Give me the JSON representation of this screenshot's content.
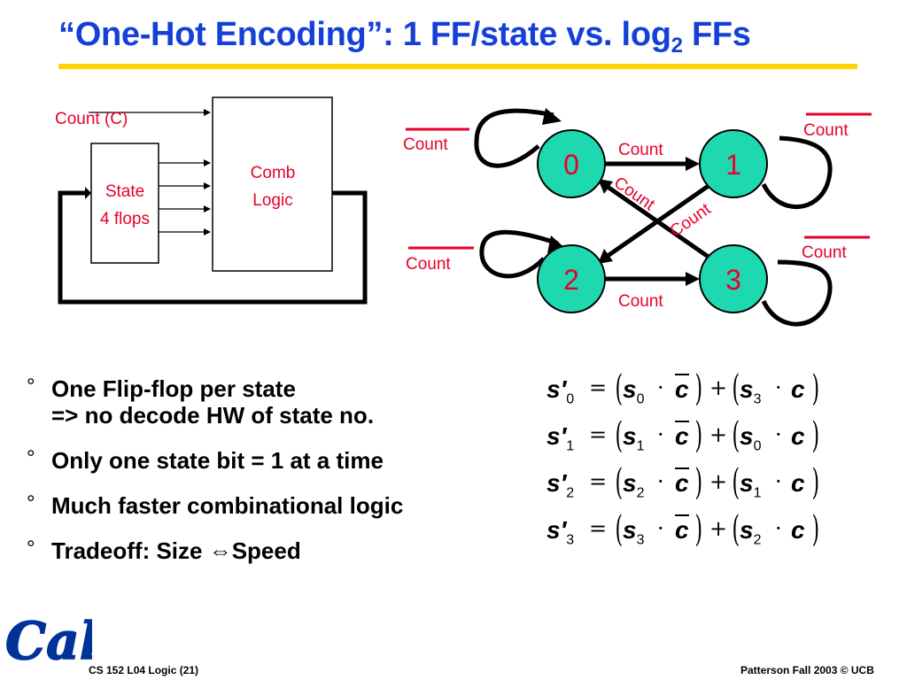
{
  "slide": {
    "title_prefix": "“One-Hot Encoding”: 1 FF/state vs. log",
    "title_sub": "2",
    "title_suffix": " FFs",
    "title_color": "#1540D8",
    "rule_color": "#FFD400"
  },
  "circuit": {
    "input_label": "Count (C)",
    "state_line1": "State",
    "state_line2": "4 flops",
    "comb_line1": "Comb",
    "comb_line2": "Logic",
    "label_color": "#E8002A"
  },
  "state_diagram": {
    "states": [
      "0",
      "1",
      "2",
      "3"
    ],
    "state_fill": "#1ED8B0",
    "transition_label": "Count",
    "labels": {
      "self_0": "Count",
      "self_1": "Count",
      "self_2": "Count",
      "self_3": "Count",
      "edge_0_1": "Count",
      "edge_2_3": "Count",
      "edge_1_2": "Count",
      "edge_3_0": "Count"
    }
  },
  "bullets": [
    {
      "text": "One Flip-flop per state",
      "subtext": "=> no decode HW of state no."
    },
    {
      "text": "Only one state bit = 1 at a time",
      "subtext": ""
    },
    {
      "text": "Much faster combinational logic",
      "subtext": ""
    },
    {
      "text": "Tradeoff: Size ⇔Speed",
      "subtext": ""
    }
  ],
  "bullet_mark": "°",
  "equations": [
    {
      "lhs": "s",
      "lhs_sub": "0",
      "a": "s",
      "a_sub": "0",
      "b": "s",
      "b_sub": "3",
      "c": "c"
    },
    {
      "lhs": "s",
      "lhs_sub": "1",
      "a": "s",
      "a_sub": "1",
      "b": "s",
      "b_sub": "0",
      "c": "c"
    },
    {
      "lhs": "s",
      "lhs_sub": "2",
      "a": "s",
      "a_sub": "2",
      "b": "s",
      "b_sub": "1",
      "c": "c"
    },
    {
      "lhs": "s",
      "lhs_sub": "3",
      "a": "s",
      "a_sub": "3",
      "b": "s",
      "b_sub": "2",
      "c": "c"
    }
  ],
  "footer": {
    "left": "CS 152 L04 Logic (21)",
    "right": "Patterson Fall 2003 © UCB"
  },
  "logo": {
    "text": "Cal",
    "color": "#003399"
  }
}
